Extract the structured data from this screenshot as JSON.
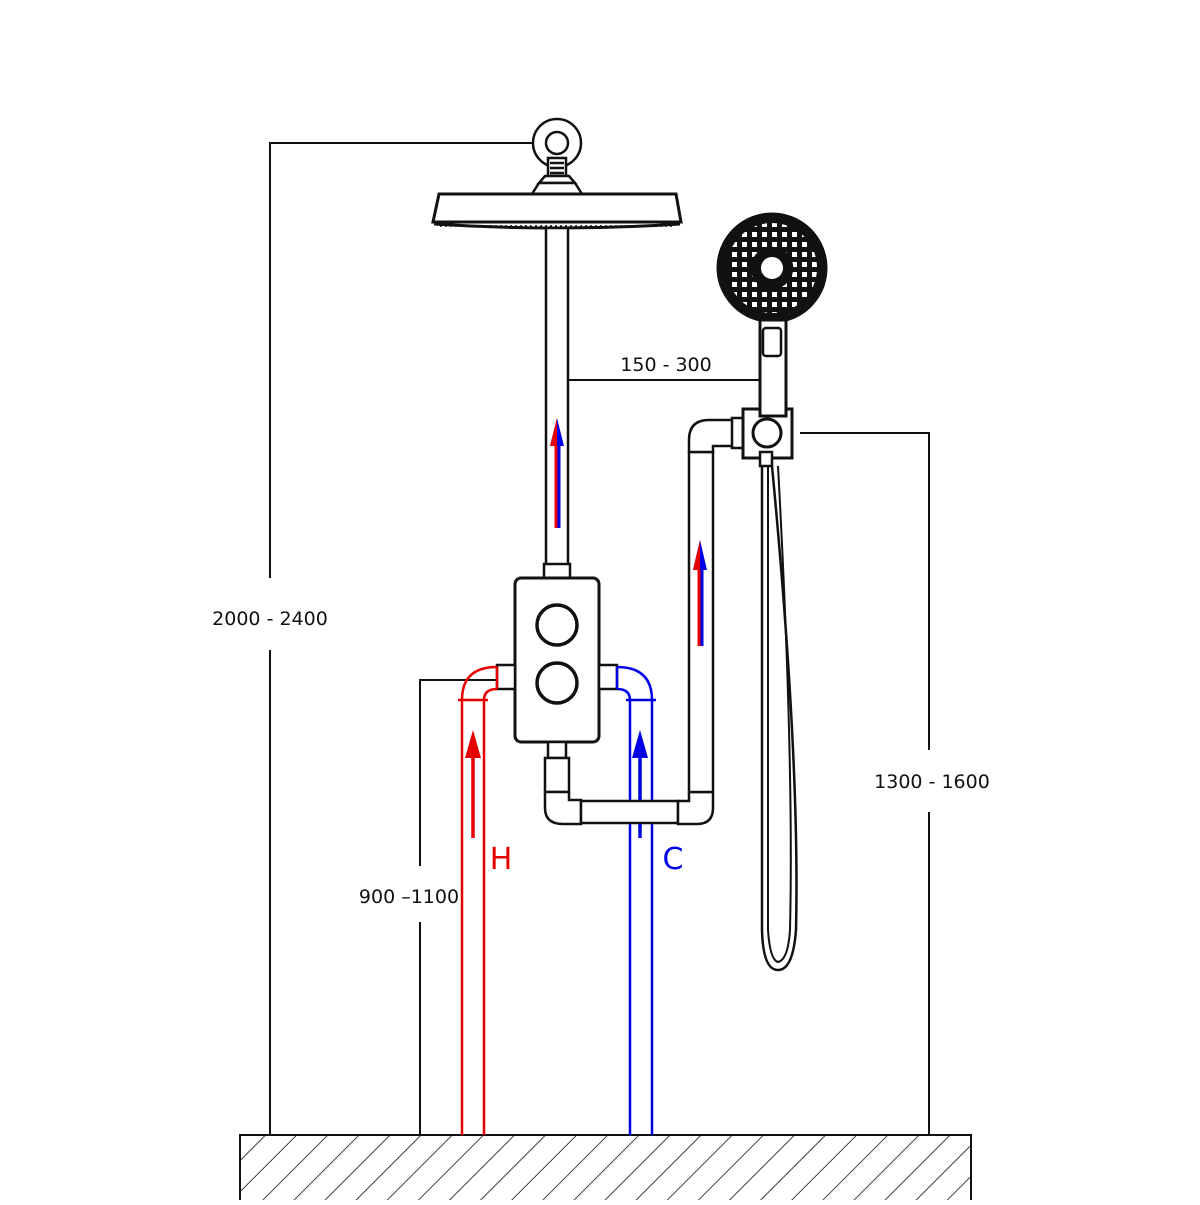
{
  "dimensions": {
    "total_height": "2000 - 2400",
    "arm_offset": "150 - 300",
    "hand_holder_height": "1300 - 1600",
    "valve_height": "900 –1100"
  },
  "labels": {
    "hot": "H",
    "cold": "C"
  },
  "colors": {
    "hot": "#e60000",
    "cold": "#0000e6",
    "line": "#111111",
    "mixed": "#5b1f8f"
  },
  "icons": {
    "hot_flow_arrow": "arrow-up",
    "cold_flow_arrow": "arrow-up",
    "mixed_flow_arrow": "arrow-up"
  }
}
